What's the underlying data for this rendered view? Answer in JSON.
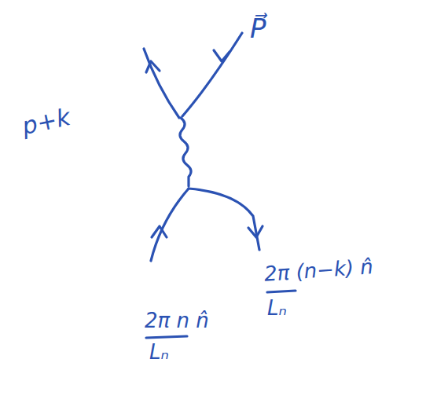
{
  "diagram": {
    "labels": [
      "p+k",
      "P⃗",
      "2π n n̂",
      "Lₙ",
      "2π (n−k) n̂",
      "Lₙ"
    ]
  }
}
